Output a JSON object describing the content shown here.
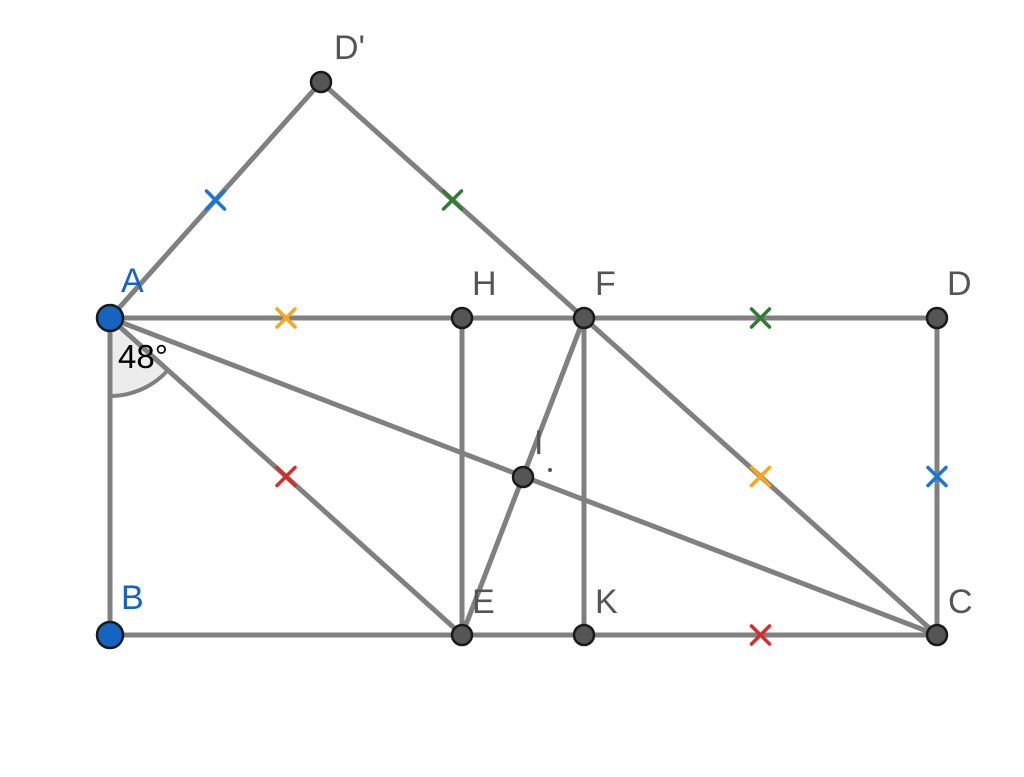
{
  "colors": {
    "segment": "#808080",
    "point_dark": "#555555",
    "point_blue": "#1565c0",
    "label_gray": "#555555",
    "label_blue": "#1565c0",
    "mark_blue": "#1976d2",
    "mark_green": "#2e7d32",
    "mark_orange": "#f5a623",
    "mark_red": "#d32f2f"
  },
  "points": {
    "A": {
      "label": "A",
      "color": "blue"
    },
    "B": {
      "label": "B",
      "color": "blue"
    },
    "C": {
      "label": "C",
      "color": "dark"
    },
    "D": {
      "label": "D",
      "color": "dark"
    },
    "D2": {
      "label": "D'",
      "color": "dark"
    },
    "H": {
      "label": "H",
      "color": "dark"
    },
    "F": {
      "label": "F",
      "color": "dark"
    },
    "E": {
      "label": "E",
      "color": "dark"
    },
    "K": {
      "label": "K",
      "color": "dark"
    },
    "I": {
      "label": "I",
      "color": "dark"
    }
  },
  "angle": {
    "vertex": "A",
    "label": "48°"
  },
  "segments": [
    [
      "A",
      "H"
    ],
    [
      "H",
      "F"
    ],
    [
      "F",
      "D"
    ],
    [
      "A",
      "B"
    ],
    [
      "B",
      "E"
    ],
    [
      "E",
      "K"
    ],
    [
      "K",
      "C"
    ],
    [
      "D",
      "C"
    ],
    [
      "A",
      "D2"
    ],
    [
      "D2",
      "F"
    ],
    [
      "A",
      "E"
    ],
    [
      "A",
      "C"
    ],
    [
      "F",
      "C"
    ],
    [
      "F",
      "E"
    ],
    [
      "H",
      "E"
    ],
    [
      "F",
      "K"
    ]
  ],
  "equal_marks": [
    {
      "segment": [
        "A",
        "D2"
      ],
      "color": "blue"
    },
    {
      "segment": [
        "D",
        "C"
      ],
      "color": "blue"
    },
    {
      "segment": [
        "D2",
        "F"
      ],
      "color": "green"
    },
    {
      "segment": [
        "F",
        "D"
      ],
      "color": "green"
    },
    {
      "segment": [
        "A",
        "H"
      ],
      "color": "orange"
    },
    {
      "segment": [
        "F",
        "C"
      ],
      "color": "orange"
    },
    {
      "segment": [
        "A",
        "E"
      ],
      "color": "red"
    },
    {
      "segment": [
        "K",
        "C"
      ],
      "color": "red"
    }
  ]
}
